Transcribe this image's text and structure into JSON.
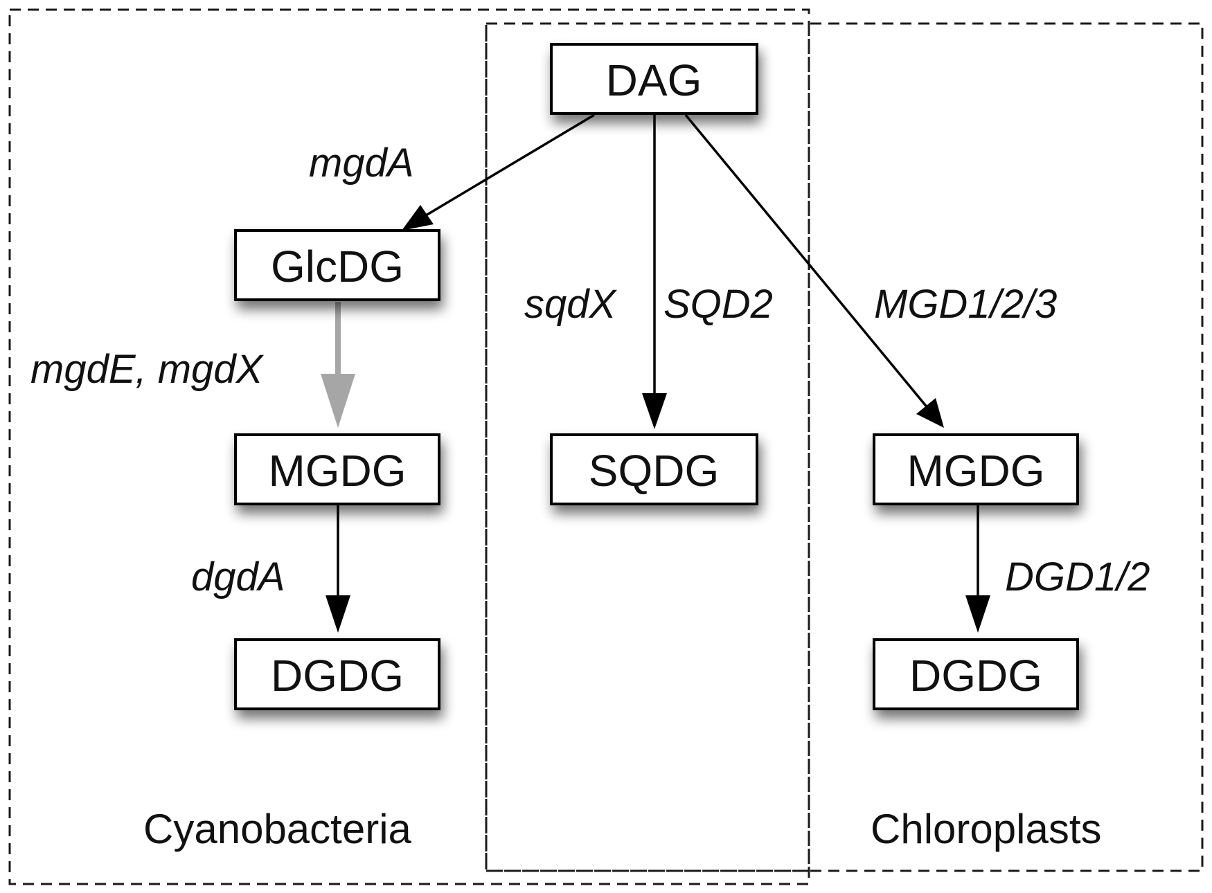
{
  "regions": {
    "cyanobacteria": "Cyanobacteria",
    "chloroplasts": "Chloroplasts"
  },
  "nodes": {
    "dag": "DAG",
    "glcdg": "GlcDG",
    "mgdg_cyano": "MGDG",
    "dgdg_cyano": "DGDG",
    "sqdg": "SQDG",
    "mgdg_chloro": "MGDG",
    "dgdg_chloro": "DGDG"
  },
  "genes": {
    "mgdA": "mgdA",
    "mgdE_mgdX": "mgdE, mgdX",
    "dgdA": "dgdA",
    "sqdX": "sqdX",
    "SQD2": "SQD2",
    "MGD": "MGD1/2/3",
    "DGD": "DGD1/2"
  },
  "colors": {
    "arrow": "#000000",
    "arrow_alternative": "#a6a6a6",
    "box_shadow": "#888888"
  }
}
